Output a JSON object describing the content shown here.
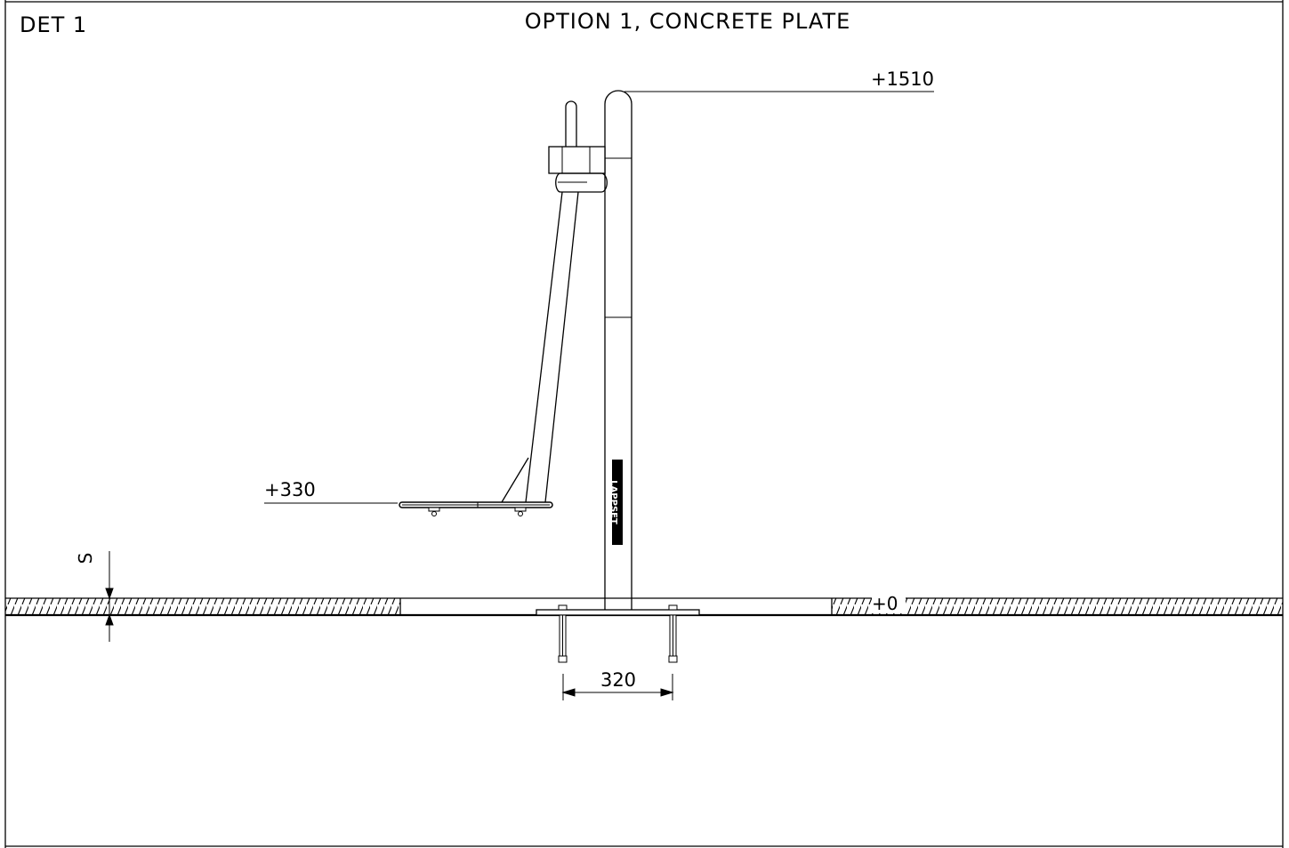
{
  "drawing": {
    "detail_label": "DET 1",
    "title": "OPTION 1, CONCRETE PLATE",
    "level_top": "+1510",
    "level_seat": "+330",
    "level_ground": "+0",
    "dim_anchor_spacing": "320",
    "dim_surface": "S",
    "brand_mark": "LAPPSET"
  },
  "colors": {
    "ink": "#000000",
    "paper": "#ffffff"
  }
}
